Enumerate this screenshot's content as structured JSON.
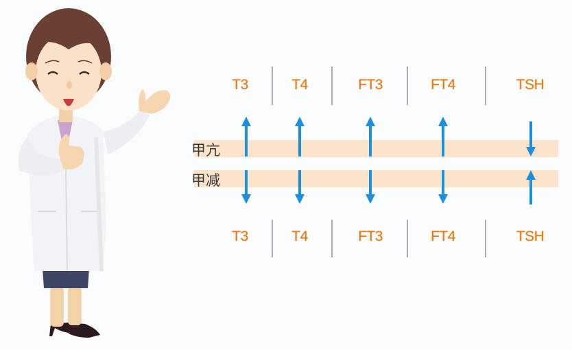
{
  "diagram": {
    "columns": [
      "T3",
      "T4",
      "FT3",
      "FT4",
      "TSH"
    ],
    "column_centers": [
      350,
      437,
      540,
      646,
      773
    ],
    "divider_positions": [
      396,
      483,
      593,
      707
    ],
    "rows": [
      {
        "label": "甲亢",
        "meaning": "hyperthyroidism",
        "directions": [
          "up",
          "up",
          "up",
          "up",
          "down"
        ]
      },
      {
        "label": "甲减",
        "meaning": "hypothyroidism",
        "directions": [
          "down",
          "down",
          "down",
          "down",
          "up"
        ]
      }
    ],
    "colors": {
      "label": "#e9780e",
      "arrow": "#1e8fdc",
      "bar": "#fbe3cc",
      "divider": "#a9aeb6",
      "row_text": "#3a3a3a"
    }
  },
  "illustration": {
    "subject": "cartoon-female-doctor",
    "pose": "thumbs-up-and-presenting"
  }
}
